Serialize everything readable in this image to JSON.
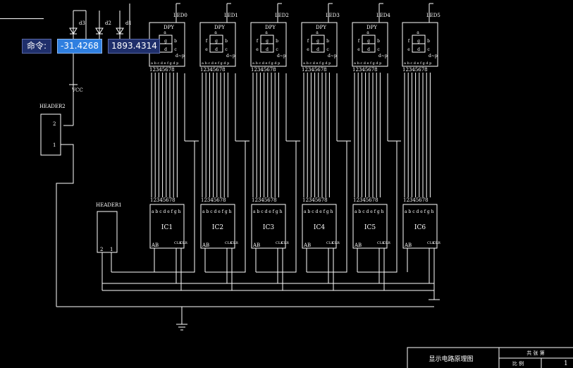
{
  "command": {
    "label": "命令:",
    "x_value": "-31.4268",
    "y_value": "1893.4314"
  },
  "leds": [
    {
      "name": "LED0",
      "display": "DPY"
    },
    {
      "name": "LED1",
      "display": "DPY"
    },
    {
      "name": "LED2",
      "display": "DPY"
    },
    {
      "name": "LED3",
      "display": "DPY"
    },
    {
      "name": "LED4",
      "display": "DPY"
    },
    {
      "name": "LED5",
      "display": ""
    }
  ],
  "segment_letters": [
    "a",
    "f",
    "g",
    "b",
    "e",
    "d",
    "c",
    "d~p"
  ],
  "led_pin_labels": "a b c d e f g d p",
  "pin_numbers": "12345678",
  "ics": [
    "IC1",
    "IC2",
    "IC3",
    "IC4",
    "IC5",
    "IC6"
  ],
  "ic_inputs": "a b c d e f g h",
  "ic_pins_bottom": [
    "AB",
    "CLK",
    "CLR"
  ],
  "diodes": [
    "d3",
    "d2",
    "d1"
  ],
  "vcc_label": "VCC",
  "header2": {
    "name": "HEADER2",
    "pins": [
      "2",
      "1"
    ]
  },
  "header1": {
    "name": "HEADER1",
    "pins": [
      "2",
      "1"
    ]
  },
  "title_block": {
    "title": "显示电路原理图",
    "sheet_label": "共  张  第",
    "scale_label": "比  例",
    "sheet_no": "1"
  }
}
